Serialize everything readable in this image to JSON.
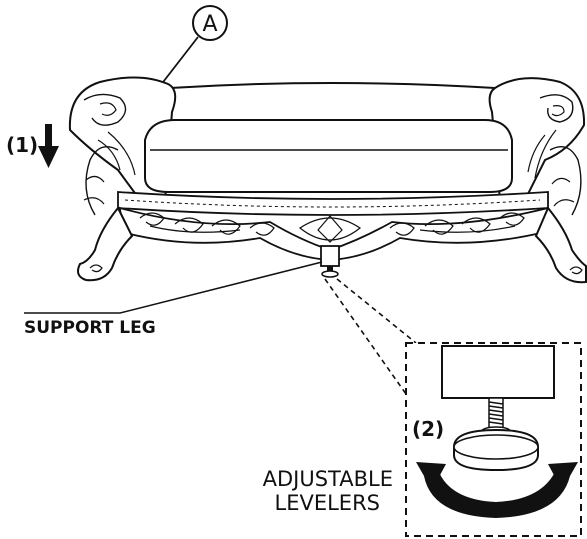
{
  "callout_letter": "A",
  "step1": "(1)",
  "step2": "(2)",
  "support_leg_label": "SUPPORT LEG",
  "levelers_label": [
    "ADJUSTABLE",
    "LEVELERS"
  ],
  "colors": {
    "ink": "#111111",
    "paper": "#ffffff"
  },
  "icons": [
    "down-arrow-icon",
    "rotation-arrow-icon"
  ]
}
